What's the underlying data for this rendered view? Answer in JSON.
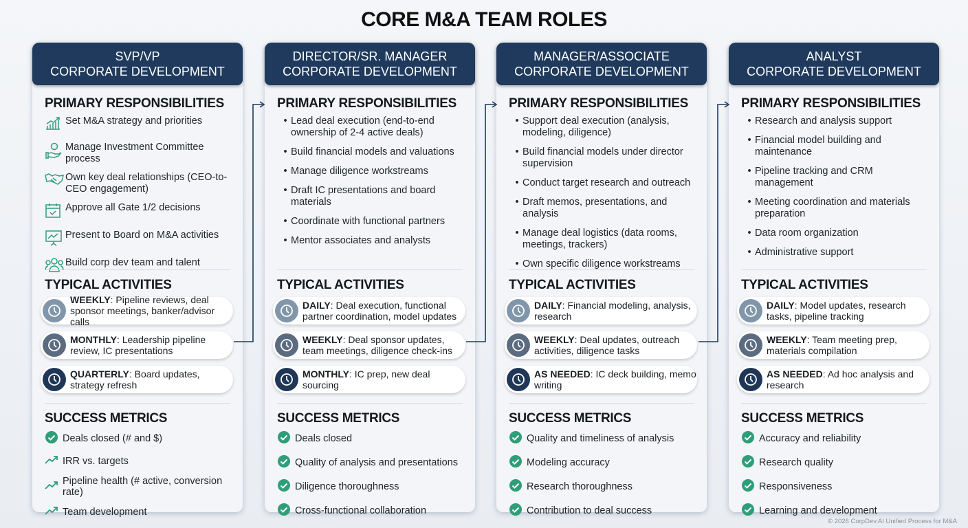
{
  "title": "CORE M&A TEAM ROLES",
  "section_labels": {
    "primary": "PRIMARY RESPONSIBILITIES",
    "activities": "TYPICAL ACTIVITIES",
    "metrics": "SUCCESS METRICS"
  },
  "colors": {
    "header": "#1f3a5c",
    "accent_green": "#2e9e78",
    "clock_light": "#8096ab",
    "clock_mid": "#5b6b80",
    "clock_dark": "#1f3657"
  },
  "columns": [
    {
      "title_line1": "SVP/VP",
      "title_line2": "CORPORATE DEVELOPMENT",
      "responsibilities": [
        {
          "icon": "growth-chart-icon",
          "text": "Set M&A strategy and priorities"
        },
        {
          "icon": "money-hand-icon",
          "text": "Manage Investment Committee process"
        },
        {
          "icon": "handshake-icon",
          "text": "Own key deal relationships (CEO-to-CEO engagement)"
        },
        {
          "icon": "calendar-check-icon",
          "text": "Approve all Gate 1/2 decisions"
        },
        {
          "icon": "presentation-icon",
          "text": "Present to Board on M&A activities"
        },
        {
          "icon": "team-icon",
          "text": "Build corp dev team and talent"
        }
      ],
      "activities": [
        {
          "freq": "WEEKLY",
          "text": ": Pipeline reviews, deal sponsor meetings, banker/advisor calls"
        },
        {
          "freq": "MONTHLY",
          "text": ": Leadership pipeline review, IC presentations"
        },
        {
          "freq": "QUARTERLY",
          "text": ": Board updates, strategy refresh"
        }
      ],
      "metrics": [
        {
          "icon": "check-circle-icon",
          "text": "Deals closed (# and $)"
        },
        {
          "icon": "trend-up-icon",
          "text": "IRR vs. targets"
        },
        {
          "icon": "trend-up-icon",
          "text": "Pipeline health (# active, conversion rate)"
        },
        {
          "icon": "trend-up-icon",
          "text": "Team development"
        }
      ]
    },
    {
      "title_line1": "DIRECTOR/SR. MANAGER",
      "title_line2": "CORPORATE DEVELOPMENT",
      "responsibilities": [
        {
          "icon": "bullet",
          "text": "Lead deal execution (end-to-end ownership of 2-4 active deals)"
        },
        {
          "icon": "bullet",
          "text": "Build financial models and valuations"
        },
        {
          "icon": "bullet",
          "text": "Manage diligence workstreams"
        },
        {
          "icon": "bullet",
          "text": "Draft IC presentations and board materials"
        },
        {
          "icon": "bullet",
          "text": "Coordinate with functional partners"
        },
        {
          "icon": "bullet",
          "text": "Mentor associates and analysts"
        }
      ],
      "activities": [
        {
          "freq": "DAILY",
          "text": ": Deal execution, functional partner coordination, model updates"
        },
        {
          "freq": "WEEKLY",
          "text": ": Deal sponsor updates, team meetings, diligence check-ins"
        },
        {
          "freq": "MONTHLY",
          "text": ": IC prep, new deal sourcing"
        }
      ],
      "metrics": [
        {
          "icon": "check-circle-icon",
          "text": "Deals closed"
        },
        {
          "icon": "check-circle-icon",
          "text": "Quality of analysis and presentations"
        },
        {
          "icon": "check-circle-icon",
          "text": "Diligence thoroughness"
        },
        {
          "icon": "check-circle-icon",
          "text": "Cross-functional collaboration"
        }
      ]
    },
    {
      "title_line1": "MANAGER/ASSOCIATE",
      "title_line2": "CORPORATE DEVELOPMENT",
      "responsibilities": [
        {
          "icon": "bullet",
          "text": "Support deal execution (analysis, modeling, diligence)"
        },
        {
          "icon": "bullet",
          "text": "Build financial models under director supervision"
        },
        {
          "icon": "bullet",
          "text": "Conduct target research and outreach"
        },
        {
          "icon": "bullet",
          "text": "Draft memos, presentations, and analysis"
        },
        {
          "icon": "bullet",
          "text": "Manage deal logistics (data rooms, meetings, trackers)"
        },
        {
          "icon": "bullet",
          "text": "Own specific diligence workstreams"
        }
      ],
      "activities": [
        {
          "freq": "DAILY",
          "text": ": Financial modeling, analysis, research"
        },
        {
          "freq": "WEEKLY",
          "text": ": Deal updates, outreach activities, diligence tasks"
        },
        {
          "freq": "AS NEEDED",
          "text": ": IC deck building, memo writing"
        }
      ],
      "metrics": [
        {
          "icon": "check-circle-icon",
          "text": "Quality and timeliness of analysis"
        },
        {
          "icon": "check-circle-icon",
          "text": "Modeling accuracy"
        },
        {
          "icon": "check-circle-icon",
          "text": "Research thoroughness"
        },
        {
          "icon": "check-circle-icon",
          "text": "Contribution to deal success"
        }
      ]
    },
    {
      "title_line1": "ANALYST",
      "title_line2": "CORPORATE DEVELOPMENT",
      "responsibilities": [
        {
          "icon": "bullet",
          "text": "Research and analysis support"
        },
        {
          "icon": "bullet",
          "text": "Financial model building and maintenance"
        },
        {
          "icon": "bullet",
          "text": "Pipeline tracking and CRM management"
        },
        {
          "icon": "bullet",
          "text": "Meeting coordination and materials preparation"
        },
        {
          "icon": "bullet",
          "text": "Data room organization"
        },
        {
          "icon": "bullet",
          "text": "Administrative support"
        }
      ],
      "activities": [
        {
          "freq": "DAILY",
          "text": ": Model updates, research tasks, pipeline tracking"
        },
        {
          "freq": "WEEKLY",
          "text": ": Team meeting prep, materials compilation"
        },
        {
          "freq": "AS NEEDED",
          "text": ": Ad hoc analysis and research"
        }
      ],
      "metrics": [
        {
          "icon": "check-circle-icon",
          "text": "Accuracy and reliability"
        },
        {
          "icon": "check-circle-icon",
          "text": "Research quality"
        },
        {
          "icon": "check-circle-icon",
          "text": "Responsiveness"
        },
        {
          "icon": "check-circle-icon",
          "text": "Learning and development"
        }
      ]
    }
  ],
  "footer": "© 2026 CorpDev.AI Unified Process for M&A"
}
